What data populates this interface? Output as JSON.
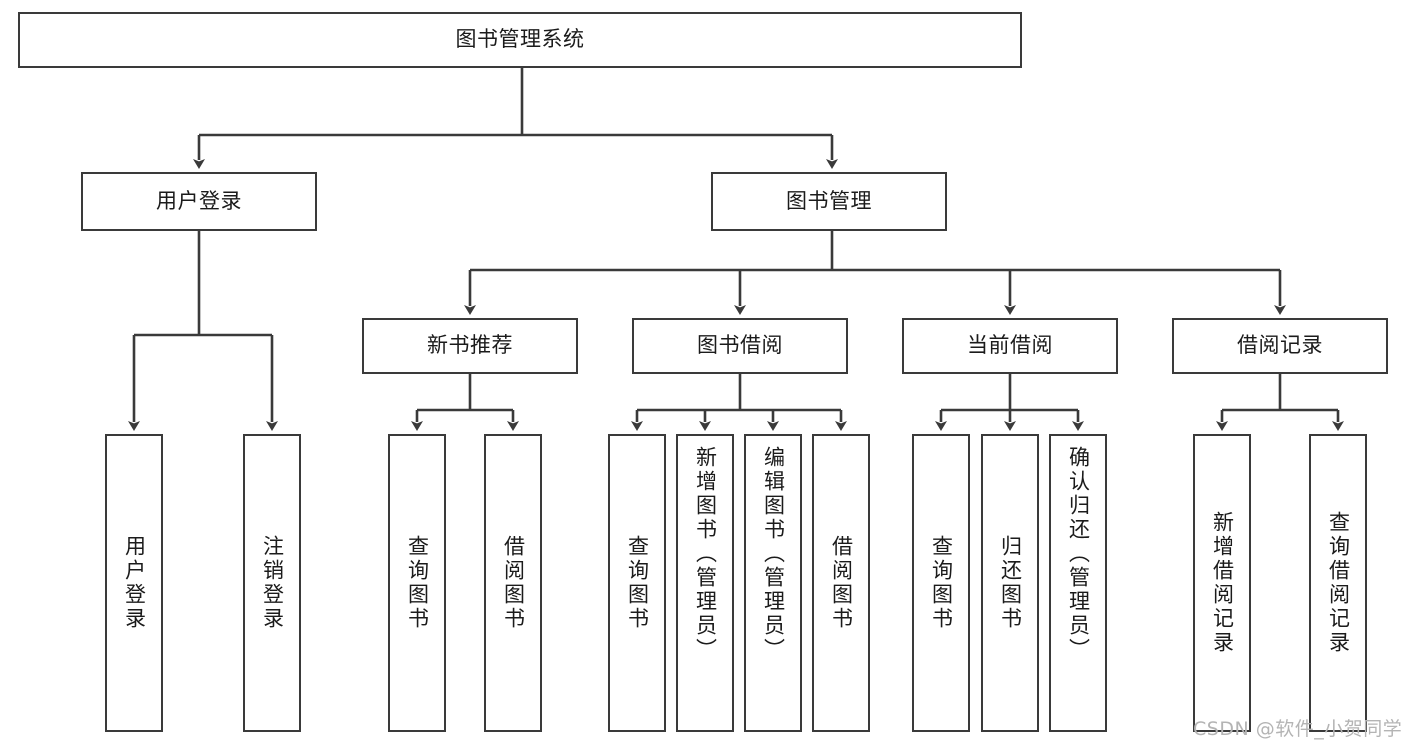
{
  "diagram": {
    "title": "图书管理系统",
    "type": "tree-hierarchy-chart",
    "line_color": "#3a3a3a",
    "box_fill": "#ffffff",
    "text_color": "#1b1b1b",
    "watermark": "CSDN @软件_小贺同学"
  },
  "nodes": {
    "root": {
      "label": "图书管理系统"
    },
    "level1": [
      {
        "label": "用户登录"
      },
      {
        "label": "图书管理"
      }
    ],
    "level2": [
      {
        "label": "新书推荐"
      },
      {
        "label": "图书借阅"
      },
      {
        "label": "当前借阅"
      },
      {
        "label": "借阅记录"
      }
    ],
    "leaves": {
      "user_login": [
        {
          "label": "用户登录"
        },
        {
          "label": "注销登录"
        }
      ],
      "new_book_recommend": [
        {
          "label": "查询图书"
        },
        {
          "label": "借阅图书"
        }
      ],
      "book_borrow": [
        {
          "label": "查询图书"
        },
        {
          "label": "新增图书（管理员）"
        },
        {
          "label": "编辑图书（管理员）"
        },
        {
          "label": "借阅图书"
        }
      ],
      "current_borrow": [
        {
          "label": "查询图书"
        },
        {
          "label": "归还图书"
        },
        {
          "label": "确认归还（管理员）"
        }
      ],
      "borrow_record": [
        {
          "label": "新增借阅记录"
        },
        {
          "label": "查询借阅记录"
        }
      ]
    }
  }
}
